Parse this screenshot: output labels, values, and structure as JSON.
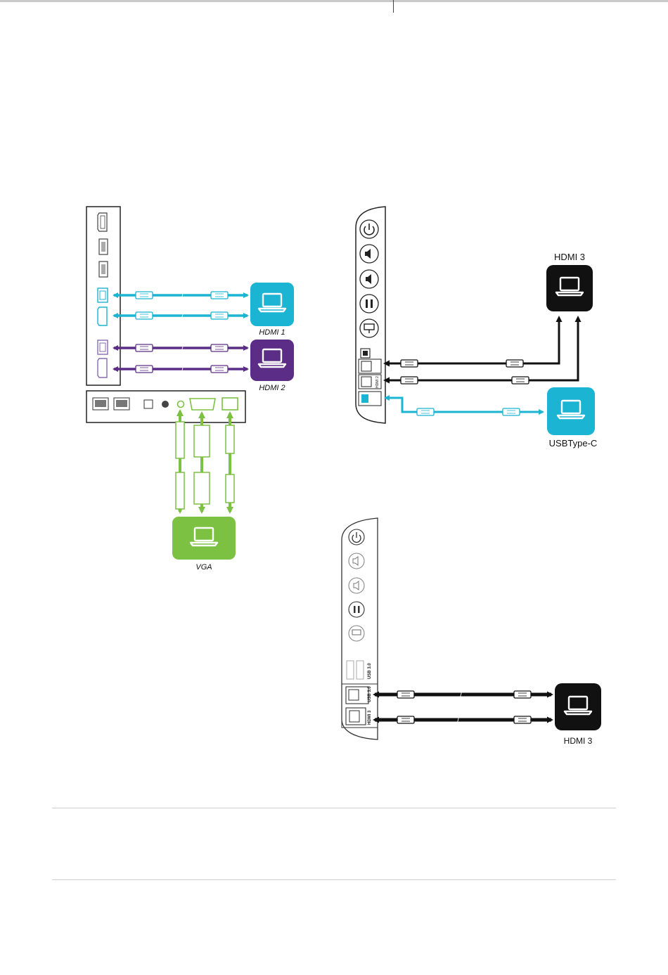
{
  "labels": {
    "hdmi1": "HDMI 1",
    "hdmi2": "HDMI 2",
    "vga": "VGA",
    "hdmi3_top": "HDMI 3",
    "usb_type_c": "USBType-C",
    "hdmi3_bottom": "HDMI 3"
  },
  "port_labels": {
    "usb30": "USB 3.0",
    "hdmi3": "HDMI 3",
    "hdmi2": "HDMI 2"
  },
  "colors": {
    "cyan": "#1bb4d2",
    "purple": "#5c2d86",
    "green": "#7cc142",
    "black": "#111111",
    "panel_stroke": "#222222"
  }
}
